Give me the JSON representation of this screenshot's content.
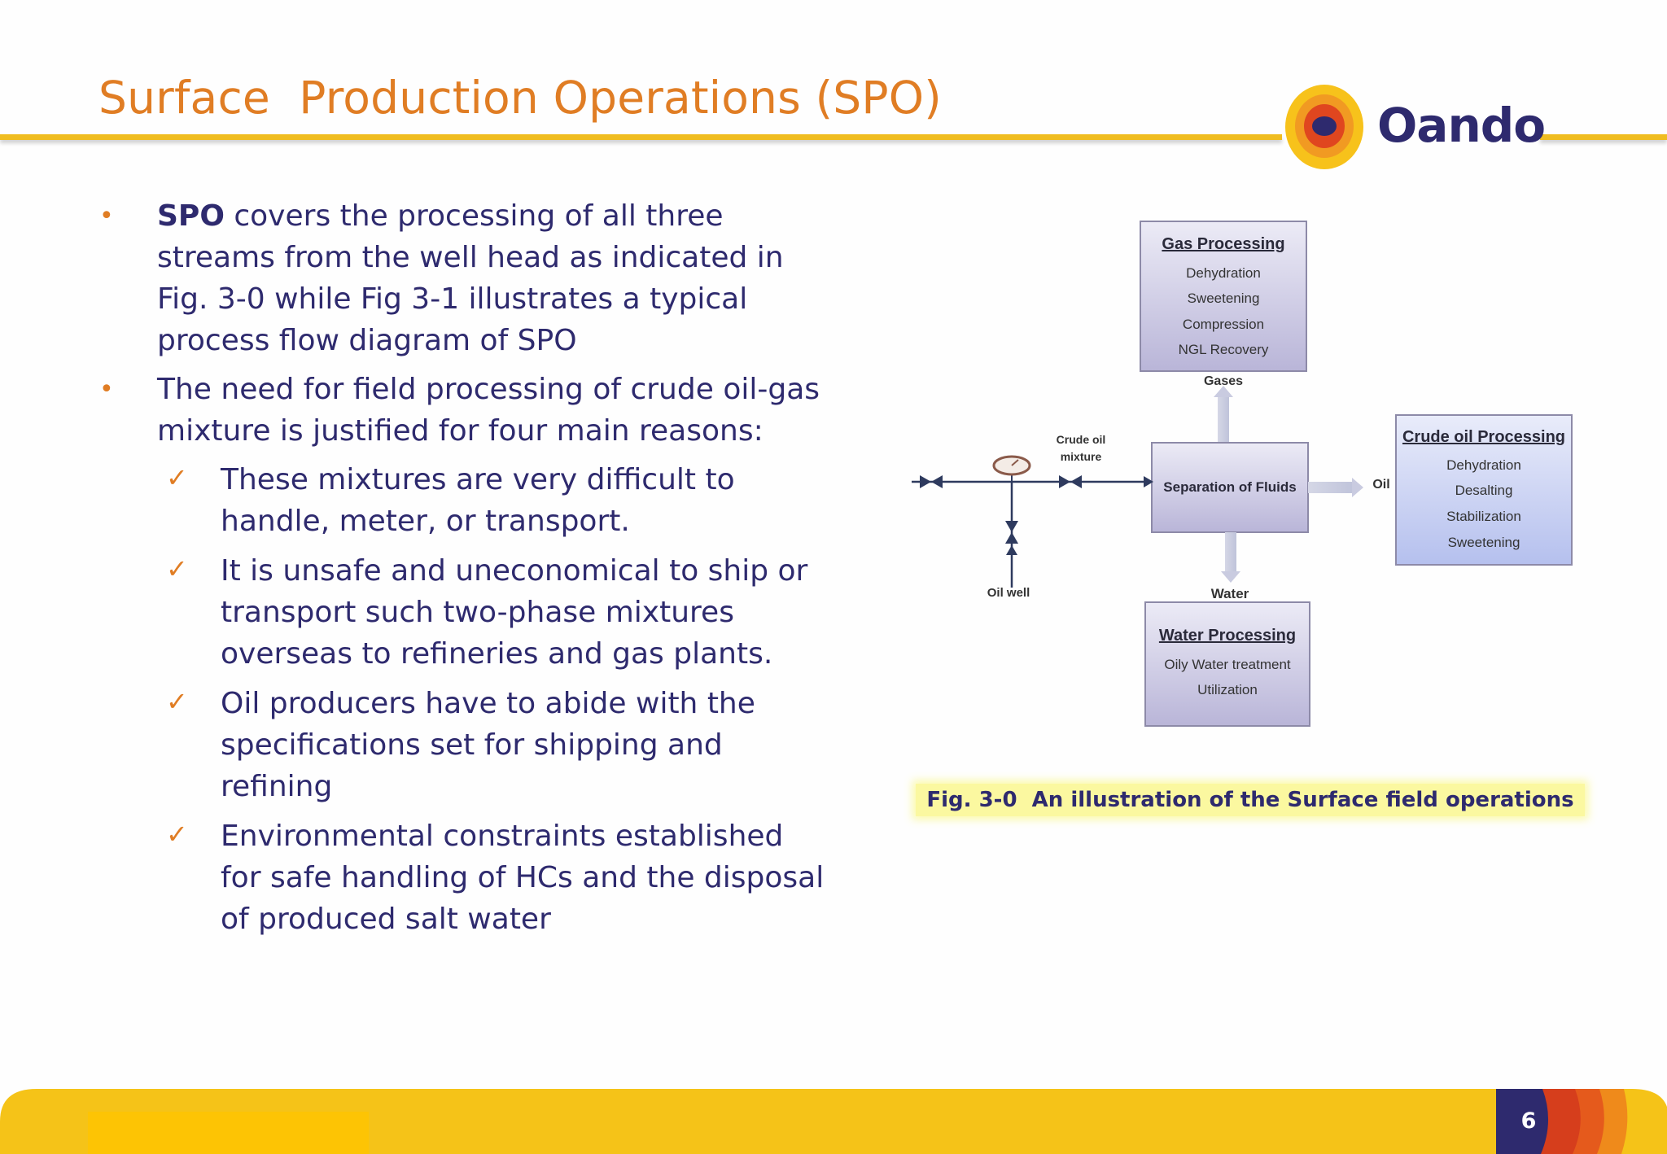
{
  "slide": {
    "title": "Surface  Production Operations (SPO)",
    "logo_text": "Oando",
    "page_number": "6"
  },
  "content": {
    "bullet1_bold": "SPO",
    "bullet1_text": " covers the processing of all three streams from the well head as indicated in Fig. 3-0 while Fig 3-1 illustrates a typical process flow diagram of SPO",
    "bullet2_text": "The need for field processing of crude oil-gas mixture is  justified for four main reasons:",
    "reasons": [
      "These mixtures are very difficult to handle, meter, or transport.",
      "It is unsafe and uneconomical to ship or transport such two-phase mixtures overseas to refineries and gas plants.",
      "Oil producers have to abide with the specifications set for shipping and refining",
      "Environmental constraints established for safe handling of HCs and the disposal of produced salt water"
    ]
  },
  "diagram": {
    "gas_title": "Gas Processing",
    "gas_items": [
      "Dehydration",
      "Sweetening",
      "Compression",
      "NGL Recovery"
    ],
    "gases_label": "Gases",
    "crude_mixture_label_1": "Crude oil",
    "crude_mixture_label_2": "mixture",
    "separation_label": "Separation of Fluids",
    "oil_label": "Oil",
    "crude_title": "Crude oil Processing",
    "crude_items": [
      "Dehydration",
      "Desalting",
      "Stabilization",
      "Sweetening"
    ],
    "water_label": "Water",
    "water_title": "Water Processing",
    "water_items": [
      "Oily Water treatment",
      "Utilization"
    ],
    "oil_well_label": "Oil well"
  },
  "caption": "Fig. 3-0  An illustration of the Surface field operations",
  "colors": {
    "title_orange": "#e07d24",
    "text_navy": "#2e2a6e",
    "gold": "#f0bd21",
    "caption_highlight": "#fbf8a0"
  }
}
